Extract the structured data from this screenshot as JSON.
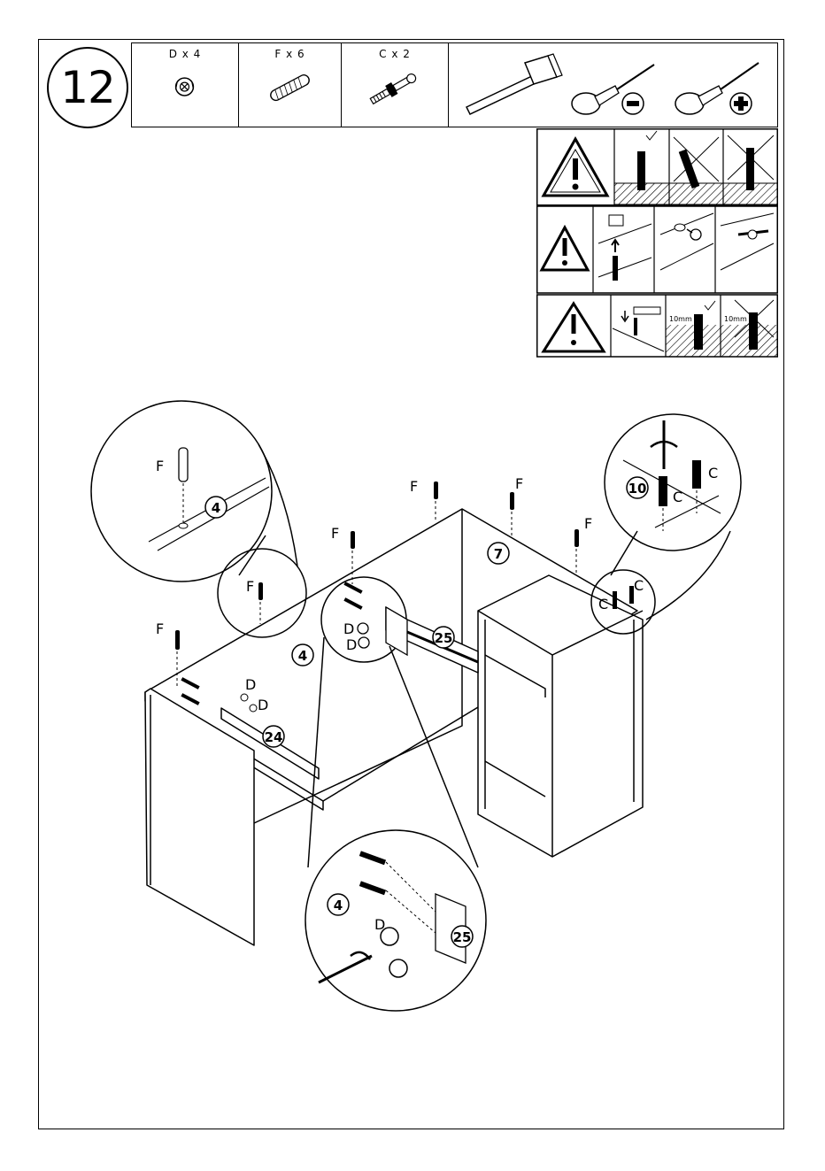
{
  "step": {
    "number": "12"
  },
  "parts": [
    {
      "label": "D x 4",
      "icon": "cam-lock-icon"
    },
    {
      "label": "F x 6",
      "icon": "wooden-dowel-icon"
    },
    {
      "label": "C x 2",
      "icon": "cam-bolt-icon"
    }
  ],
  "tools": [
    {
      "icon": "hammer-icon"
    },
    {
      "icon": "flat-screwdriver-icon"
    },
    {
      "icon": "phillips-screwdriver-icon"
    }
  ],
  "warnings": [
    {
      "icon": "warning-triangle-icon",
      "topic": "dowel-insertion"
    },
    {
      "icon": "warning-triangle-icon",
      "topic": "cam-lock-alignment"
    },
    {
      "icon": "warning-triangle-icon",
      "topic": "bolt-depth"
    }
  ],
  "depth_labels": [
    "10mm",
    "10mm"
  ],
  "callouts": {
    "F": "F",
    "D": "D",
    "C": "C",
    "panel_4": "4",
    "panel_7": "7",
    "panel_10": "10",
    "panel_24": "24",
    "panel_25": "25"
  }
}
